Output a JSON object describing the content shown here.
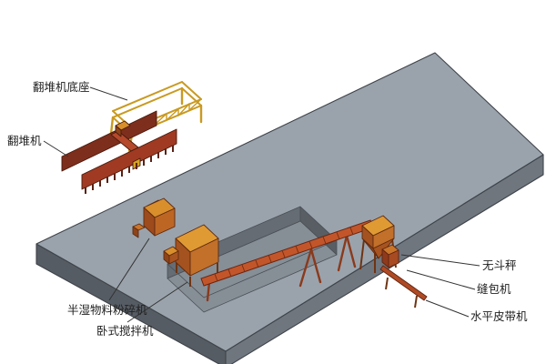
{
  "labels": {
    "turner_base": "翻堆机底座",
    "turner": "翻堆机",
    "crusher": "半湿物料粉碎机",
    "mixer": "卧式搅拌机",
    "hopperless_scale": "无斗秤",
    "bag_sewing_machine": "缝包机",
    "horizontal_belt_conveyor": "水平皮带机"
  },
  "colors": {
    "background": "#ffffff",
    "platform_top": "#9aa3ac",
    "platform_left": "#565c63",
    "platform_front": "#6f767e",
    "pit_floor": "#868e96",
    "pit_wall_left": "#666c73",
    "pit_wall_right": "#585e64",
    "equipment_orange": "#d88f2c",
    "equipment_red": "#a03a22",
    "equipment_dark_red": "#7e2e1c",
    "frame_yellow": "#c99a21",
    "conveyor_red": "#c2562a",
    "outline": "#3f444a",
    "label_text": "#222222",
    "leader_line": "#333333"
  }
}
